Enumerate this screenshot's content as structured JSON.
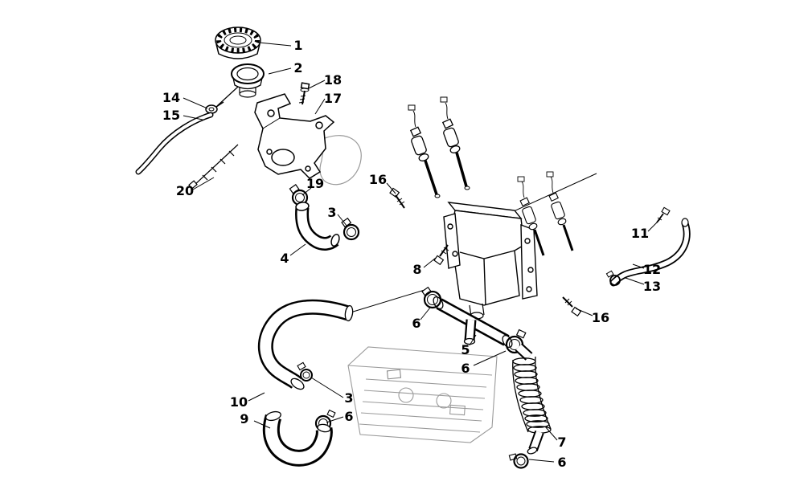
{
  "style": {
    "background": "#ffffff",
    "line_color": "#000000",
    "ghost_line_color": "#9a9a9a"
  },
  "callouts": [
    {
      "id": "filler-cap",
      "label": "1"
    },
    {
      "id": "grommet",
      "label": "2"
    },
    {
      "id": "bolt-18",
      "label": "18"
    },
    {
      "id": "bracket",
      "label": "17"
    },
    {
      "id": "fitting-14",
      "label": "14"
    },
    {
      "id": "vent-hose",
      "label": "15"
    },
    {
      "id": "cable-tie",
      "label": "20"
    },
    {
      "id": "clamp-19",
      "label": "19"
    },
    {
      "id": "clamp-3-upper",
      "label": "3"
    },
    {
      "id": "elbow-hose-4",
      "label": "4"
    },
    {
      "id": "bolt-16-upper",
      "label": "16"
    },
    {
      "id": "bolt-8",
      "label": "8"
    },
    {
      "id": "bolt-11",
      "label": "11"
    },
    {
      "id": "hose-12",
      "label": "12"
    },
    {
      "id": "clamp-13",
      "label": "13"
    },
    {
      "id": "bolt-16-lower",
      "label": "16"
    },
    {
      "id": "clamp-6-a",
      "label": "6"
    },
    {
      "id": "t-fitting-5",
      "label": "5"
    },
    {
      "id": "clamp-6-b",
      "label": "6"
    },
    {
      "id": "hose-10",
      "label": "10"
    },
    {
      "id": "clamp-3-lower",
      "label": "3"
    },
    {
      "id": "clamp-6-c",
      "label": "6"
    },
    {
      "id": "hose-9",
      "label": "9"
    },
    {
      "id": "bellows-hose-7",
      "label": "7"
    },
    {
      "id": "clamp-6-d",
      "label": "6"
    }
  ]
}
